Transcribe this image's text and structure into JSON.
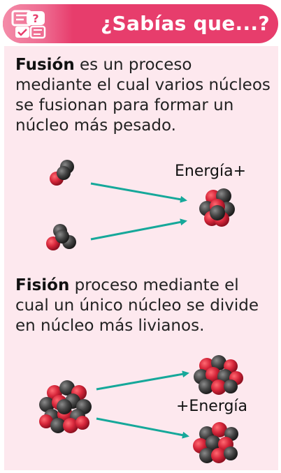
{
  "header": {
    "title": "¿Sabías que...?",
    "icon": "question-idea-icon"
  },
  "fusion": {
    "term": "Fusión",
    "text": " es un proceso mediante el cual varios núcleos se fusionan para formar un núcleo más pesado.",
    "energy_label": "Energía+"
  },
  "fision": {
    "term": "Fisión",
    "text": " proceso mediante el cual un único núcleo se divide en núcleo más livianos.",
    "energy_label": "+Energía"
  },
  "colors": {
    "header_pink": "#e73d6c",
    "card_bg": "#fde8ee",
    "arrow_teal": "#16a89a",
    "proton_red": "#d6263a",
    "neutron_gray": "#4a4a4a"
  }
}
